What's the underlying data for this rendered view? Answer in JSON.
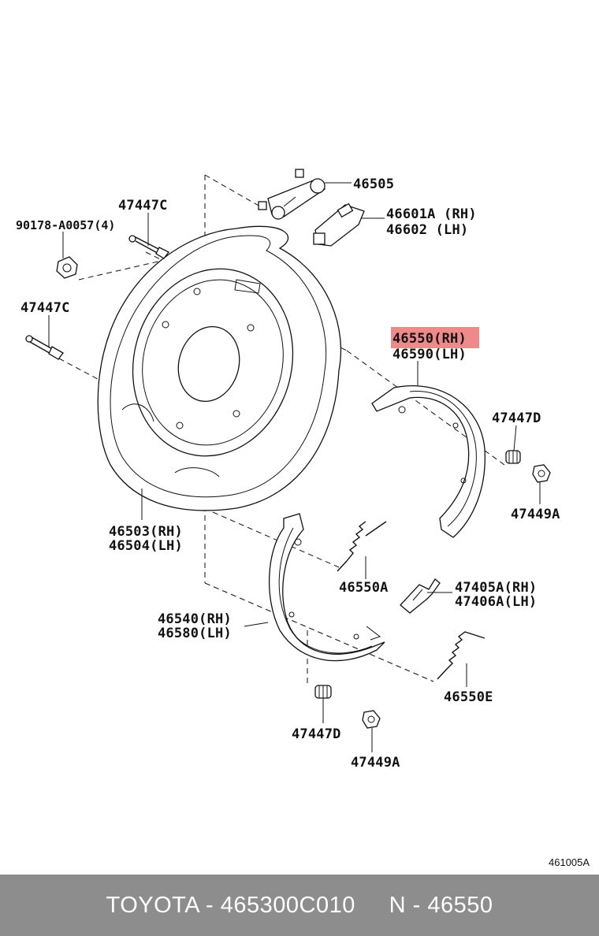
{
  "labels": {
    "p46505": "46505",
    "p46601a": "46601A (RH)",
    "p46602": "46602  (LH)",
    "p47447c_top": "47447C",
    "p90178": "90178-A0057(4)",
    "p47447c_left": "47447C",
    "p46550": "46550(RH)",
    "p46590": "46590(LH)",
    "p47447d_right": "47447D",
    "p47449a_right": "47449A",
    "p46503": "46503(RH)",
    "p46504": "46504(LH)",
    "p46550a": "46550A",
    "p47405a": "47405A(RH)",
    "p47406a": "47406A(LH)",
    "p46540": "46540(RH)",
    "p46580": "46580(LH)",
    "p46550e": "46550E",
    "p47447d_bottom": "47447D",
    "p47449a_bottom": "47449A"
  },
  "highlight_color": "#f08a8a",
  "diagram_code": "461005A",
  "footer": {
    "text": "TOYOTA - 465300C010     N - 46550",
    "background": "#8d8d8d"
  }
}
